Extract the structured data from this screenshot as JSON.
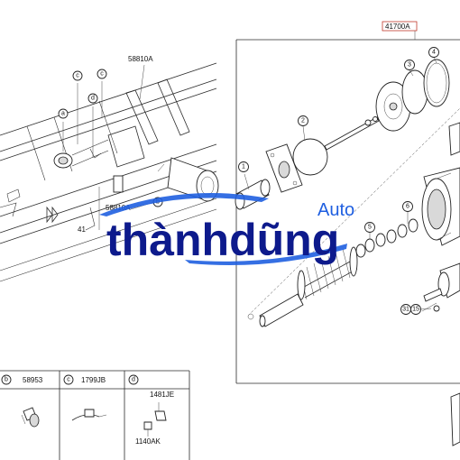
{
  "diagram": {
    "group_code": "41700A",
    "frame_labels": [
      "58810A",
      "58810A"
    ],
    "partial_label": "41",
    "callouts_circle": [
      "a",
      "b",
      "c",
      "c",
      "d"
    ],
    "callouts_numbered": [
      "1",
      "2",
      "3",
      "4",
      "5",
      "6",
      "31",
      "15"
    ]
  },
  "legend": {
    "cells": [
      {
        "letter": "b",
        "code": "58953"
      },
      {
        "letter": "c",
        "code": "1799JB"
      },
      {
        "letter": "d",
        "code_top": "1481JE",
        "code_bottom": "1140AK"
      }
    ]
  },
  "watermark": {
    "brand_main": "thànhdũng",
    "brand_sub": "Auto",
    "colors": {
      "main": "#0d1a8c",
      "sub": "#1f5fe0"
    }
  }
}
